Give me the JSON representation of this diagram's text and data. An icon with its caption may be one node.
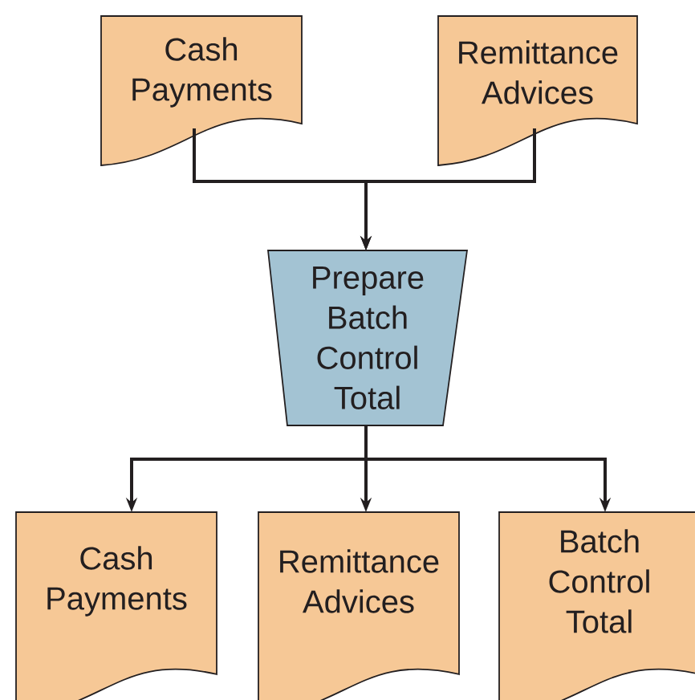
{
  "diagram": {
    "nodes": [
      {
        "text": [
          "Cash Payments"
        ]
      },
      {
        "text": [
          "Remittance Advices"
        ]
      },
      {
        "text": [
          "Prepare Batch Control Total"
        ]
      },
      {
        "text": [
          "Cash Payments"
        ]
      },
      {
        "text": [
          "Remittance Advices"
        ]
      },
      {
        "text": [
          "Batch Control Total"
        ]
      }
    ],
    "edges": [
      {
        "from": 0,
        "to": 2,
        "arrow": "to"
      },
      {
        "from": 1,
        "to": 2,
        "arrow": "to"
      },
      {
        "from": 2,
        "to": 3,
        "arrow": "to"
      },
      {
        "from": 2,
        "to": 4,
        "arrow": "to"
      },
      {
        "from": 2,
        "to": 5,
        "arrow": "to"
      }
    ]
  }
}
